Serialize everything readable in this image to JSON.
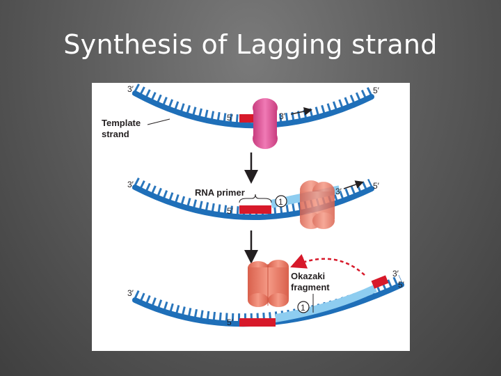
{
  "slide": {
    "title": "Synthesis of Lagging strand"
  },
  "figure": {
    "panel1": {
      "end_left": "3′",
      "end_right": "5′",
      "primer_5": "5′",
      "primer_3": "3′",
      "template_label_line1": "Template",
      "template_label_line2": "strand"
    },
    "panel2": {
      "end_left": "3′",
      "end_right": "5′",
      "primer_5": "5′",
      "primer_3": "3′",
      "rna_primer_label": "RNA primer",
      "step_badge": "1"
    },
    "panel3": {
      "end_left": "3′",
      "end_right": "5′",
      "primer_5": "5′",
      "primer_3": "3′",
      "okazaki_line1": "Okazaki",
      "okazaki_line2": "fragment",
      "step_badge": "1"
    },
    "colors": {
      "template": "#1f6fb8",
      "rna_primer": "#d7192a",
      "new_dna": "#8ecdf0",
      "primase": "#e8579a",
      "polymerase": "#f0806a"
    }
  }
}
